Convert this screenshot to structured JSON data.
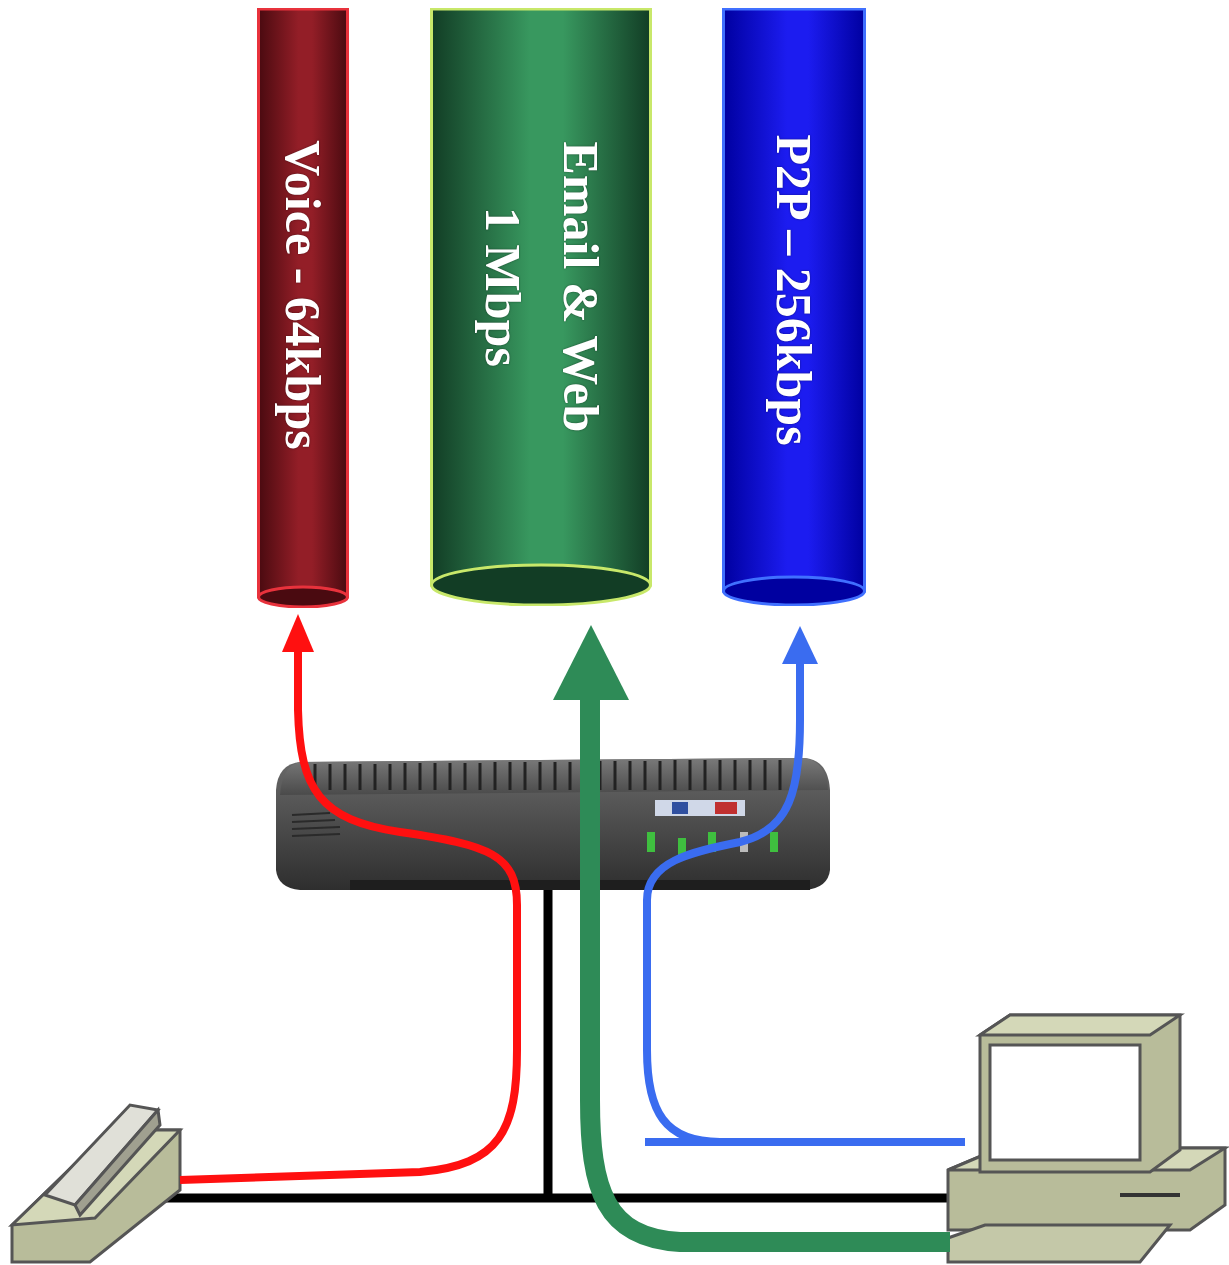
{
  "diagram": {
    "nodes": [
      {
        "text": [
          "Voice - 64kbps"
        ]
      },
      {
        "text": [
          "Email & Web 1 Mbps"
        ]
      },
      {
        "text": [
          "P2P – 256kbps"
        ]
      }
    ]
  }
}
